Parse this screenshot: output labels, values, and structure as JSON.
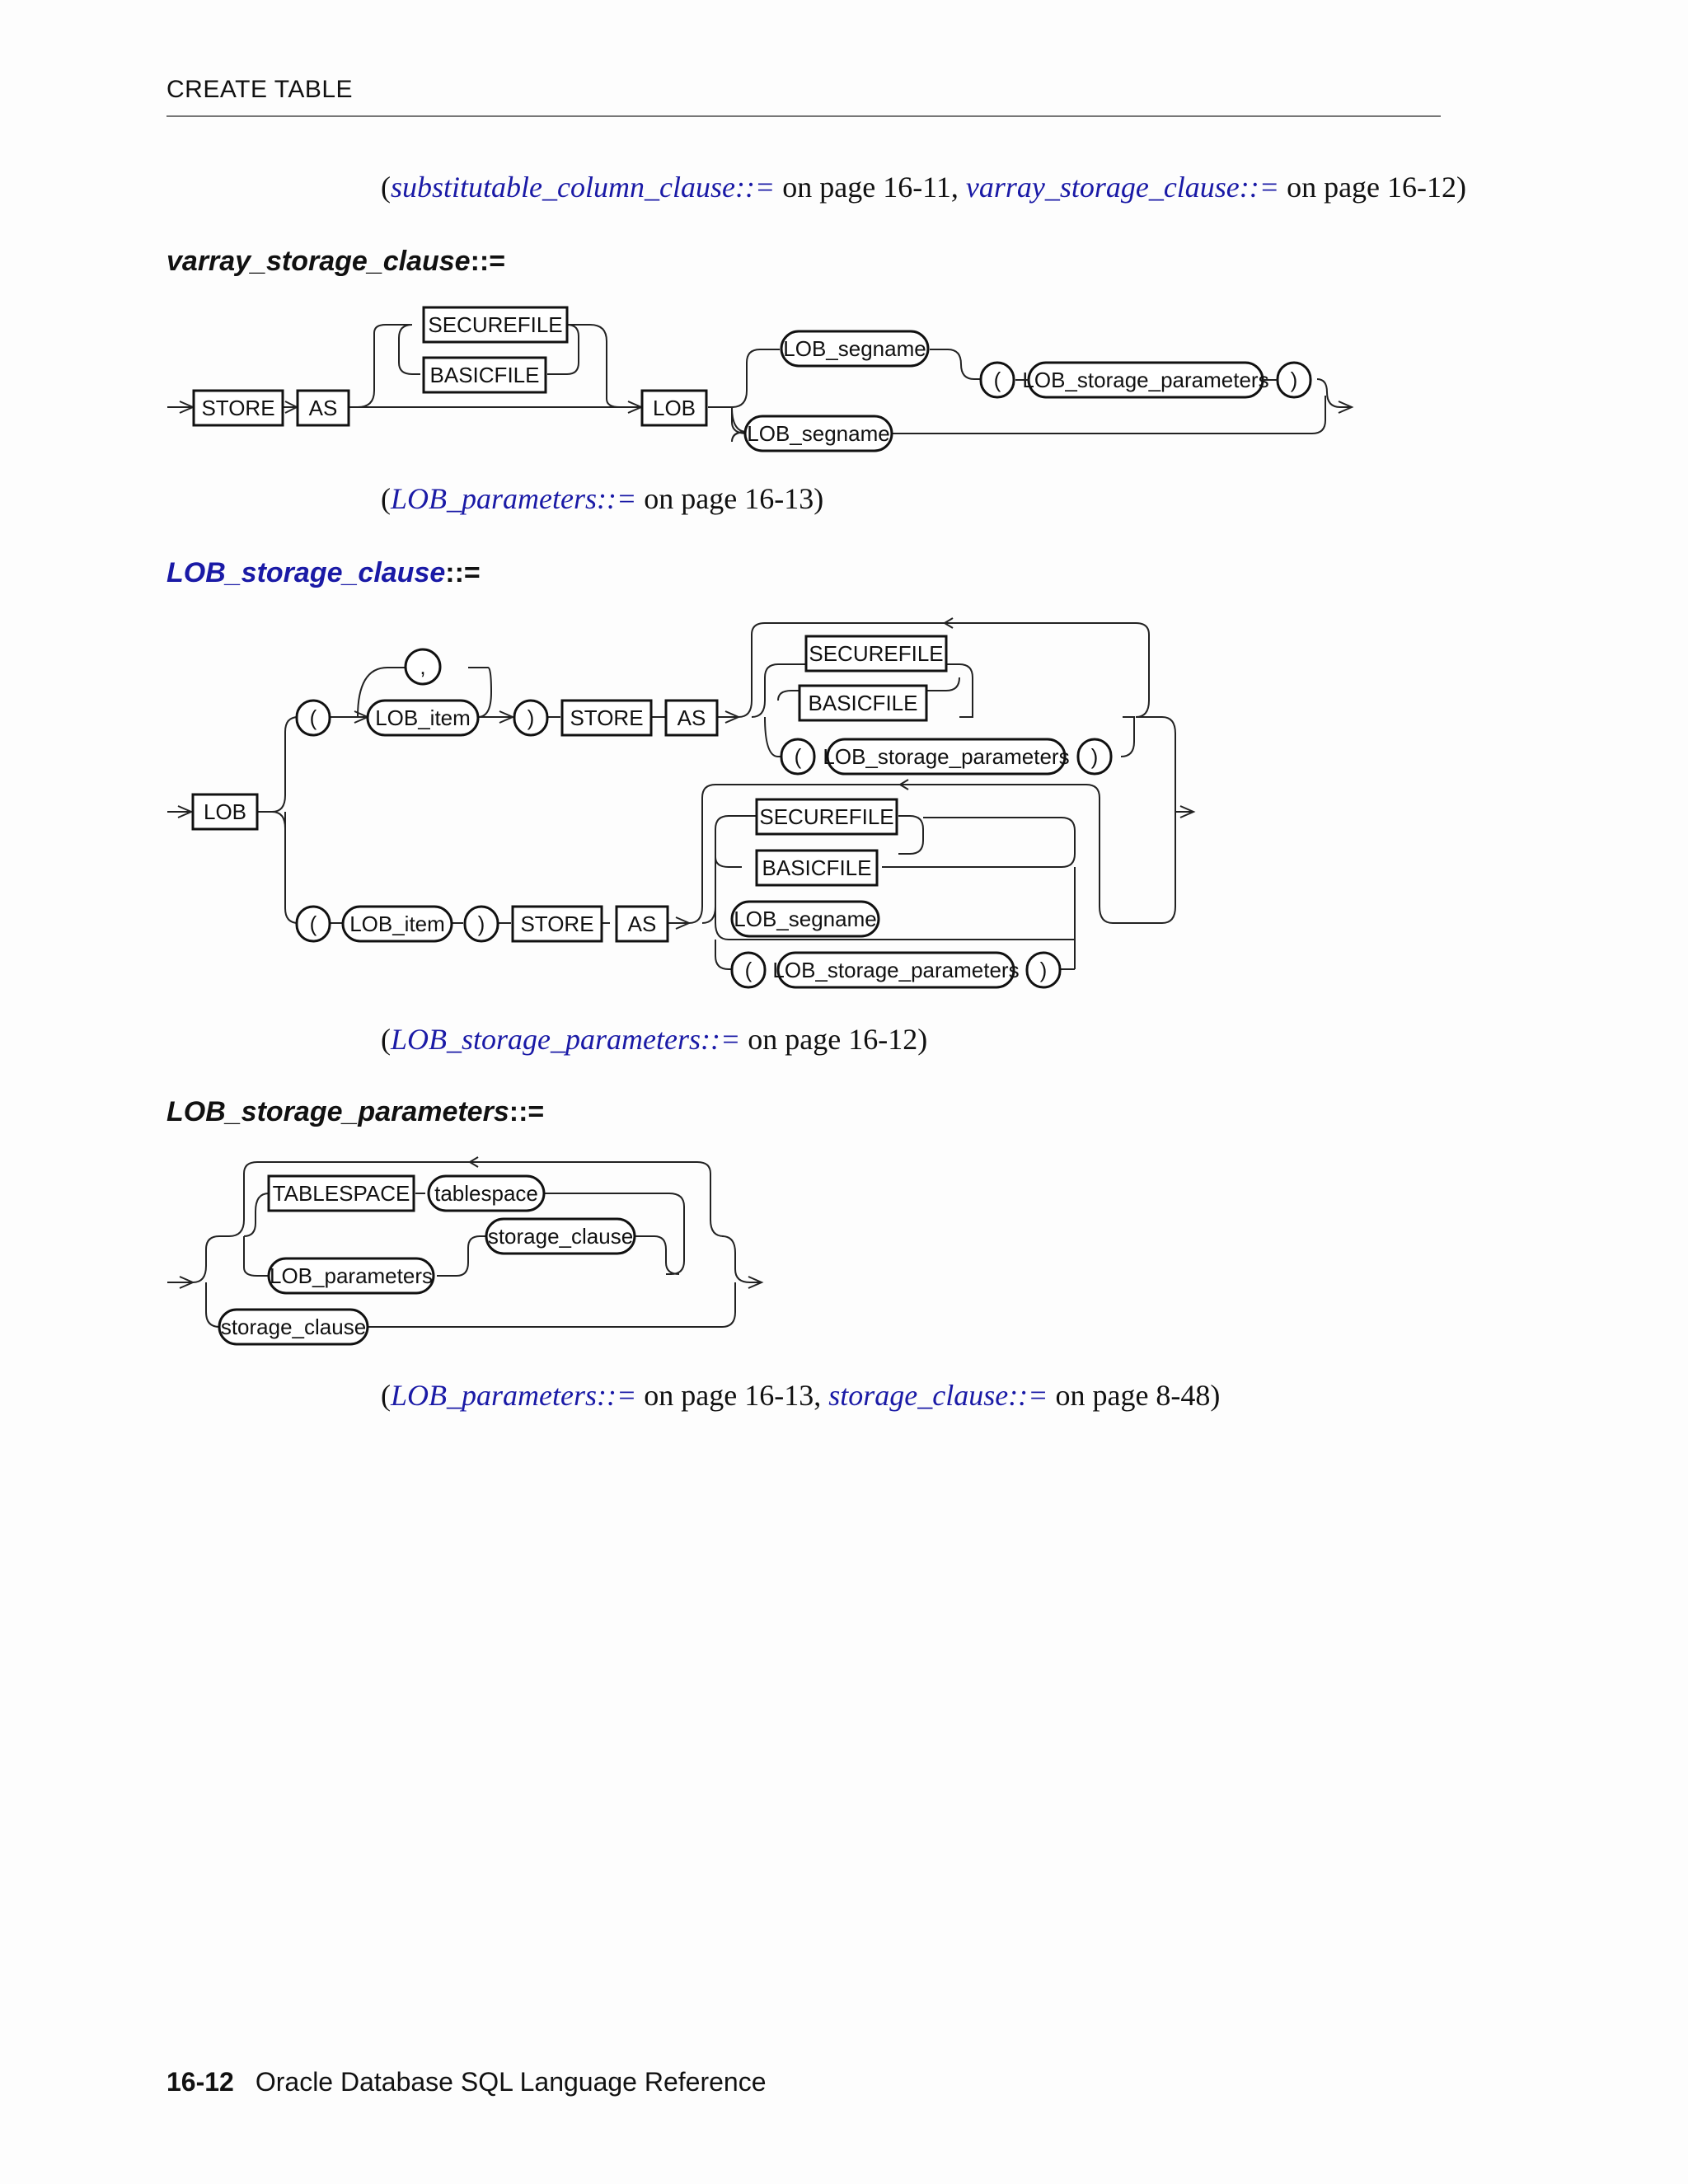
{
  "header": {
    "running_head": "CREATE TABLE"
  },
  "refs": {
    "ref1": {
      "link1": "substitutable_column_clause::=",
      "text1": " on page 16-11, ",
      "link2": "varray_storage_clause::=",
      "text2": " on page 16-12"
    },
    "ref2": {
      "link1": "LOB_parameters::=",
      "text1": " on page 16-13"
    },
    "ref3": {
      "link1": "LOB_storage_parameters::=",
      "text1": " on page 16-12"
    },
    "ref4": {
      "link1": "LOB_parameters::=",
      "text1": " on page 16-13, ",
      "link2": "storage_clause::=",
      "text2": " on page 8-48"
    }
  },
  "sections": {
    "varray": {
      "name": "varray_storage_clause",
      "op": "::="
    },
    "lob_storage": {
      "name": "LOB_storage_clause",
      "op": "::="
    },
    "lob_params": {
      "name": "LOB_storage_parameters",
      "op": "::="
    }
  },
  "diagrams": {
    "varray": {
      "store": "STORE",
      "as": "AS",
      "securefile": "SECUREFILE",
      "basicfile": "BASICFILE",
      "lob": "LOB",
      "lob_segname_top": "LOB_segname",
      "open_paren": "(",
      "lob_storage_parameters": "LOB_storage_parameters",
      "close_paren": ")",
      "lob_segname_bottom": "LOB_segname"
    },
    "lob_storage": {
      "lob": "LOB",
      "comma": ",",
      "top": {
        "open_paren": "(",
        "lob_item": "LOB_item",
        "close_paren": ")",
        "store": "STORE",
        "as": "AS",
        "securefile": "SECUREFILE",
        "basicfile": "BASICFILE",
        "params_open": "(",
        "lob_storage_parameters": "LOB_storage_parameters",
        "params_close": ")"
      },
      "bottom": {
        "open_paren": "(",
        "lob_item": "LOB_item",
        "close_paren": ")",
        "store": "STORE",
        "as": "AS",
        "securefile": "SECUREFILE",
        "basicfile": "BASICFILE",
        "lob_segname": "LOB_segname",
        "params_open": "(",
        "lob_storage_parameters": "LOB_storage_parameters",
        "params_close": ")"
      }
    },
    "lob_params": {
      "tablespace_kw": "TABLESPACE",
      "tablespace": "tablespace",
      "storage_clause_inner": "storage_clause",
      "lob_parameters": "LOB_parameters",
      "storage_clause_outer": "storage_clause"
    }
  },
  "footer": {
    "page_number": "16-12",
    "book_title": "Oracle Database SQL Language Reference"
  }
}
